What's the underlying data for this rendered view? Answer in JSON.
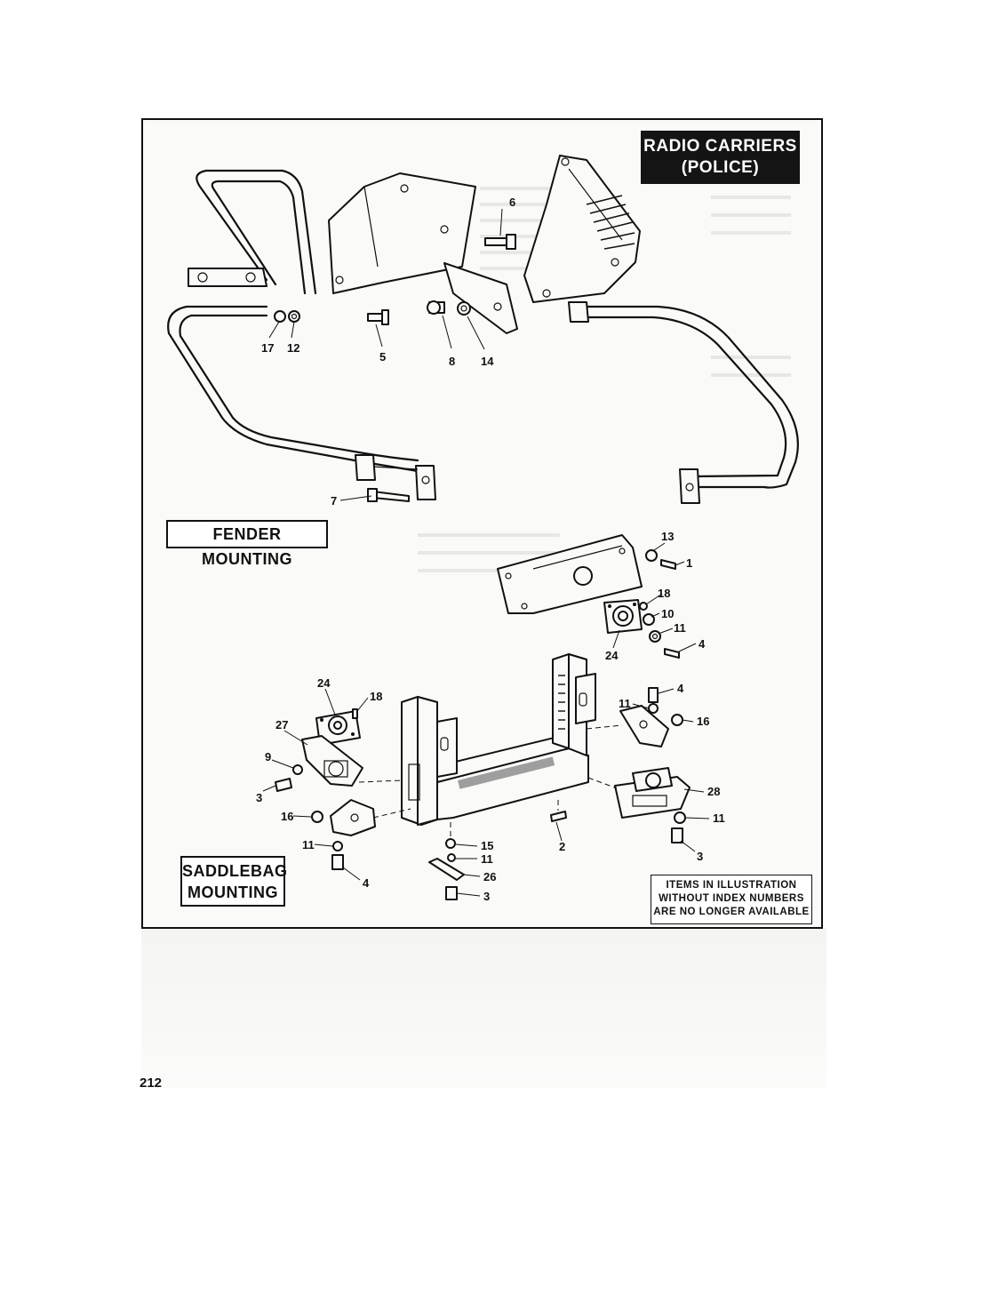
{
  "title": {
    "line1": "RADIO CARRIERS",
    "line2": "(POLICE)"
  },
  "sections": {
    "fender": "FENDER MOUNTING",
    "saddlebag_line1": "SADDLEBAG",
    "saddlebag_line2": "MOUNTING"
  },
  "note": {
    "line1": "ITEMS IN ILLUSTRATION",
    "line2": "WITHOUT INDEX NUMBERS",
    "line3": "ARE NO LONGER AVAILABLE"
  },
  "page_number": "212",
  "callouts": {
    "fender": [
      "6",
      "17",
      "12",
      "5",
      "8",
      "14",
      "7"
    ],
    "bracket": [
      "13",
      "1",
      "18",
      "10",
      "11",
      "4",
      "24"
    ],
    "saddlebag": [
      "24",
      "18",
      "27",
      "9",
      "3",
      "16",
      "11",
      "4",
      "15",
      "11",
      "26",
      "3",
      "2",
      "4",
      "11",
      "16",
      "28",
      "11",
      "3"
    ]
  }
}
